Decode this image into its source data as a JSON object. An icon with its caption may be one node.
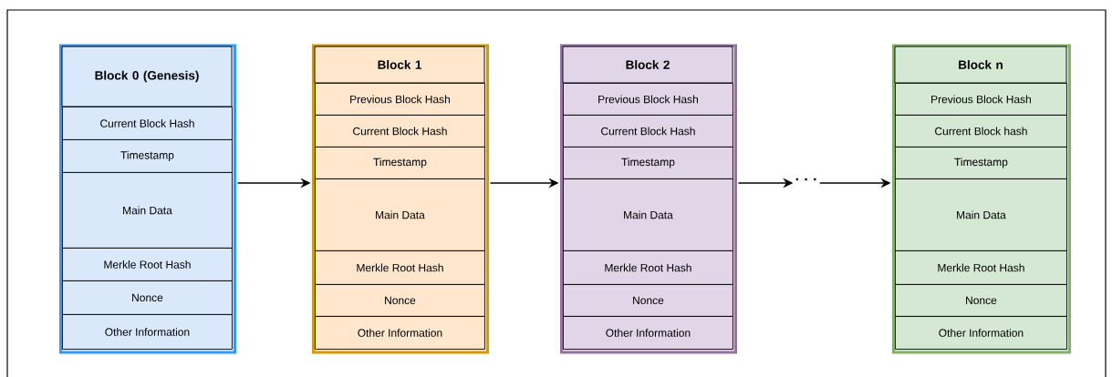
{
  "diagram": {
    "nodes": [
      {
        "text": [
          "Block 0 (Genesis)"
        ]
      },
      {
        "text": [
          "Current Block Hash"
        ],
        "in": 0
      },
      {
        "text": [
          "Timestamp"
        ],
        "in": 0
      },
      {
        "text": [
          "Main Data"
        ],
        "in": 0
      },
      {
        "text": [
          "Merkle Root Hash"
        ],
        "in": 0
      },
      {
        "text": [
          "Nonce"
        ],
        "in": 0
      },
      {
        "text": [
          "Other Information"
        ],
        "in": 0
      },
      {
        "text": [
          "Block 1"
        ]
      },
      {
        "text": [
          "Previous Block Hash"
        ],
        "in": 7
      },
      {
        "text": [
          "Current Block Hash"
        ],
        "in": 7
      },
      {
        "text": [
          "Timestamp"
        ],
        "in": 7
      },
      {
        "text": [
          "Main Data"
        ],
        "in": 7
      },
      {
        "text": [
          "Merkle Root Hash"
        ],
        "in": 7
      },
      {
        "text": [
          "Nonce"
        ],
        "in": 7
      },
      {
        "text": [
          "Other Information"
        ],
        "in": 7
      },
      {
        "text": [
          "Block 2"
        ]
      },
      {
        "text": [
          "Previous Block Hash"
        ],
        "in": 15
      },
      {
        "text": [
          "Current Block Hash"
        ],
        "in": 15
      },
      {
        "text": [
          "Timestamp"
        ],
        "in": 15
      },
      {
        "text": [
          "Main Data"
        ],
        "in": 15
      },
      {
        "text": [
          "Merkle Root Hash"
        ],
        "in": 15
      },
      {
        "text": [
          "Nonce"
        ],
        "in": 15
      },
      {
        "text": [
          "Other Information"
        ],
        "in": 15
      },
      {
        "text": [
          "· · ·"
        ]
      },
      {
        "text": [
          "Block n"
        ]
      },
      {
        "text": [
          "Previous Block Hash"
        ],
        "in": 24
      },
      {
        "text": [
          "Current Block hash"
        ],
        "in": 24
      },
      {
        "text": [
          "Timestamp"
        ],
        "in": 24
      },
      {
        "text": [
          "Main Data"
        ],
        "in": 24
      },
      {
        "text": [
          "Merkle Root Hash"
        ],
        "in": 24
      },
      {
        "text": [
          "Nonce"
        ],
        "in": 24
      },
      {
        "text": [
          "Other Information"
        ],
        "in": 24
      }
    ],
    "edges": [
      {
        "from": 0,
        "to": 7,
        "arrow": "to"
      },
      {
        "from": 7,
        "to": 15,
        "arrow": "to"
      },
      {
        "from": 15,
        "to": 23,
        "arrow": "to"
      },
      {
        "from": 23,
        "to": 24,
        "arrow": "to"
      }
    ]
  }
}
